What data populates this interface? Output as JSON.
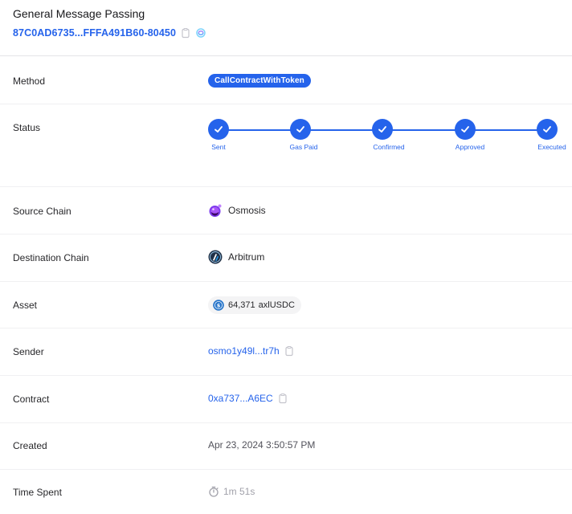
{
  "header": {
    "title": "General Message Passing",
    "tx_hash": "87C0AD6735...FFFA491B60-80450"
  },
  "rows": {
    "method": {
      "label": "Method",
      "value": "CallContractWithToken"
    },
    "status": {
      "label": "Status",
      "steps": [
        {
          "label": "Sent",
          "state": "done"
        },
        {
          "label": "Gas Paid",
          "state": "done"
        },
        {
          "label": "Confirmed",
          "state": "done"
        },
        {
          "label": "Approved",
          "state": "done"
        },
        {
          "label": "Executed",
          "state": "done"
        }
      ]
    },
    "source_chain": {
      "label": "Source Chain",
      "value": "Osmosis",
      "icon": "osmosis-logo-icon"
    },
    "destination_chain": {
      "label": "Destination Chain",
      "value": "Arbitrum",
      "icon": "arbitrum-logo-icon"
    },
    "asset": {
      "label": "Asset",
      "amount": "64,371",
      "symbol": "axlUSDC",
      "icon": "usdc-logo-icon"
    },
    "sender": {
      "label": "Sender",
      "value": "osmo1y49l...tr7h"
    },
    "contract": {
      "label": "Contract",
      "value": "0xa737...A6EC"
    },
    "created": {
      "label": "Created",
      "value": "Apr 23, 2024 3:50:57 PM"
    },
    "time_spent": {
      "label": "Time Spent",
      "value": "1m 51s"
    }
  },
  "colors": {
    "accent": "#2563eb",
    "divider": "#f0f0f2",
    "muted": "#a1a1aa"
  }
}
